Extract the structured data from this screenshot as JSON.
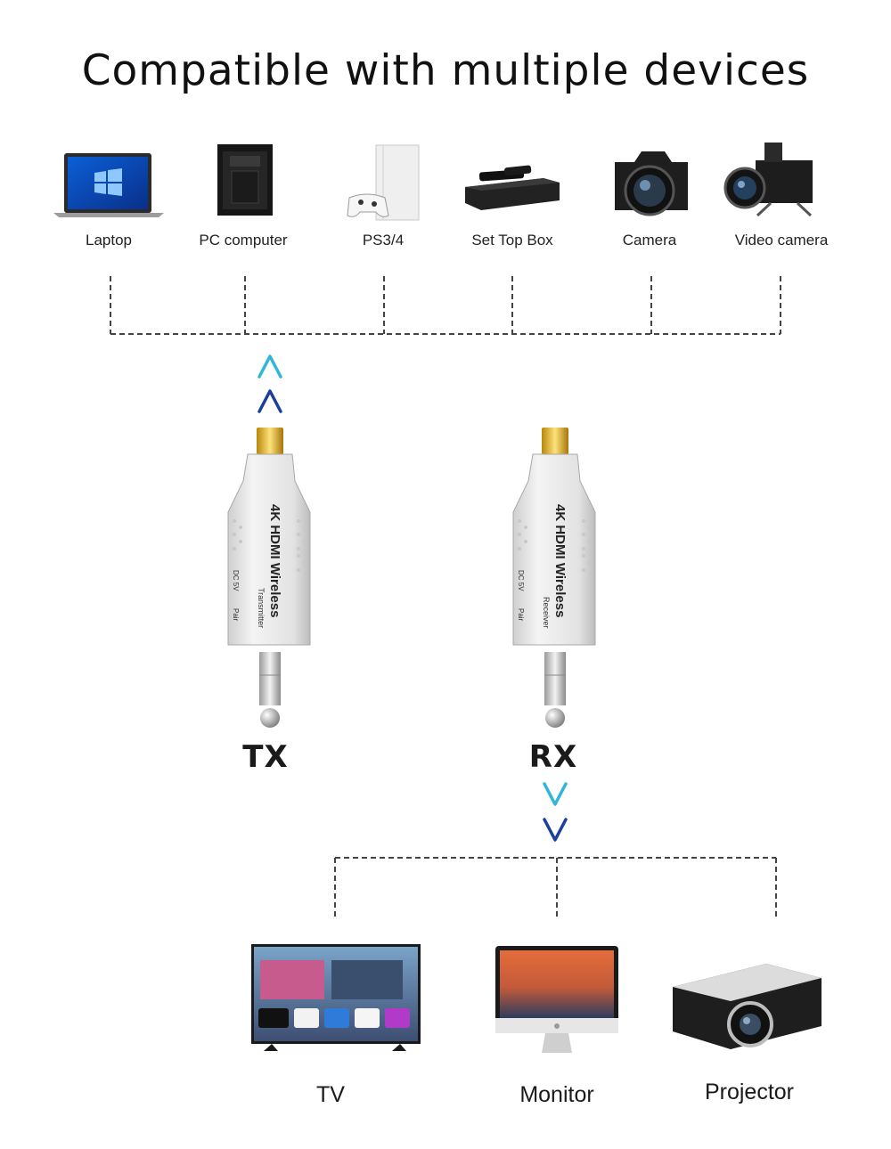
{
  "title": "Compatible with multiple devices",
  "sources": [
    {
      "label": "Laptop",
      "icon": "laptop-icon"
    },
    {
      "label": "PC computer",
      "icon": "pc-tower-icon"
    },
    {
      "label": "PS3/4",
      "icon": "game-console-icon"
    },
    {
      "label": "Set Top Box",
      "icon": "set-top-box-icon"
    },
    {
      "label": "Camera",
      "icon": "camera-icon"
    },
    {
      "label": "Video camera",
      "icon": "video-camera-icon"
    }
  ],
  "transmitter": {
    "label": "TX",
    "device_text": "4K HDMI Wireless",
    "device_sub": "Transmitter",
    "port_dc": "DC 5V",
    "port_pair": "Pair"
  },
  "receiver": {
    "label": "RX",
    "device_text": "4K HDMI Wireless",
    "device_sub": "Receiver",
    "port_dc": "DC 5V",
    "port_pair": "Pair"
  },
  "destinations": [
    {
      "label": "TV",
      "icon": "tv-icon"
    },
    {
      "label": "Monitor",
      "icon": "monitor-icon"
    },
    {
      "label": "Projector",
      "icon": "projector-icon"
    }
  ],
  "colors": {
    "arrow_light": "#2fb6d8",
    "arrow_dark": "#1c3f9e",
    "connector_line": "#444444"
  }
}
